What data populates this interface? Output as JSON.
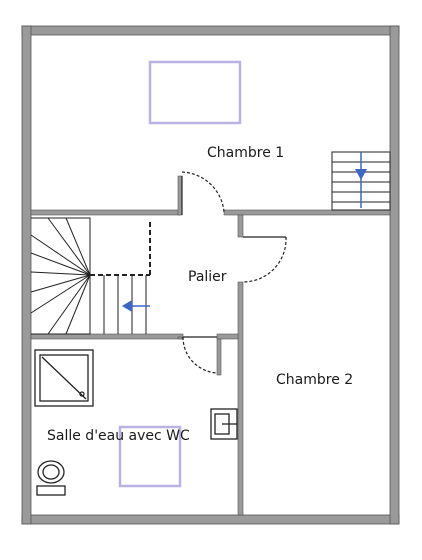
{
  "rooms": {
    "chambre_1": "Chambre 1",
    "palier": "Palier",
    "chambre_2": "Chambre 2",
    "salle_deau": "Salle d'eau avec WC"
  },
  "colors": {
    "wall_fill": "#9a9a9a",
    "wall_stroke": "#555555",
    "skylight": "#b9b3e3",
    "stair_arrow": "#3a66c8",
    "door_arc": "#222222",
    "background": "#ffffff"
  },
  "icons": {
    "shower": "shower-tray-icon",
    "toilet": "toilet-icon",
    "sink": "washbasin-icon"
  }
}
